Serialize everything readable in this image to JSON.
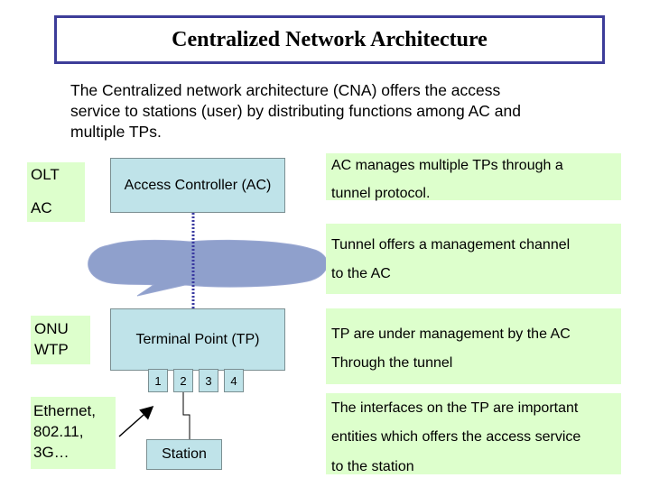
{
  "title": "Centralized Network Architecture",
  "intro": "The Centralized network architecture (CNA) offers the access service to stations (user) by distributing functions among AC and multiple TPs.",
  "left_labels": {
    "olt": "OLT",
    "ac": "AC",
    "onu": "ONU",
    "wtp": "WTP",
    "media_line1": "Ethernet,",
    "media_line2": "802.11,",
    "media_line3": "3G…"
  },
  "nodes": {
    "access_controller": "Access Controller (AC)",
    "terminal_point": "Terminal Point (TP)",
    "station": "Station",
    "ports": [
      "1",
      "2",
      "3",
      "4"
    ]
  },
  "notes": {
    "ac_line1": "AC manages multiple TPs through a",
    "ac_line2": "tunnel protocol.",
    "tunnel_line1": "Tunnel offers a management channel",
    "tunnel_line2": "to  the AC",
    "tp_line1": "TP are under management by the AC",
    "tp_line2": "Through the tunnel",
    "if_line1": "The interfaces on the TP are important",
    "if_line2": "entities which offers the access service",
    "if_line3": "to the station"
  },
  "colors": {
    "note_bg": "#ddffcc",
    "node_fill": "#bfe3e9",
    "cloud": "#8fa0cc",
    "tunnel": "#3a3aa0",
    "title_border": "#3d3d99"
  }
}
